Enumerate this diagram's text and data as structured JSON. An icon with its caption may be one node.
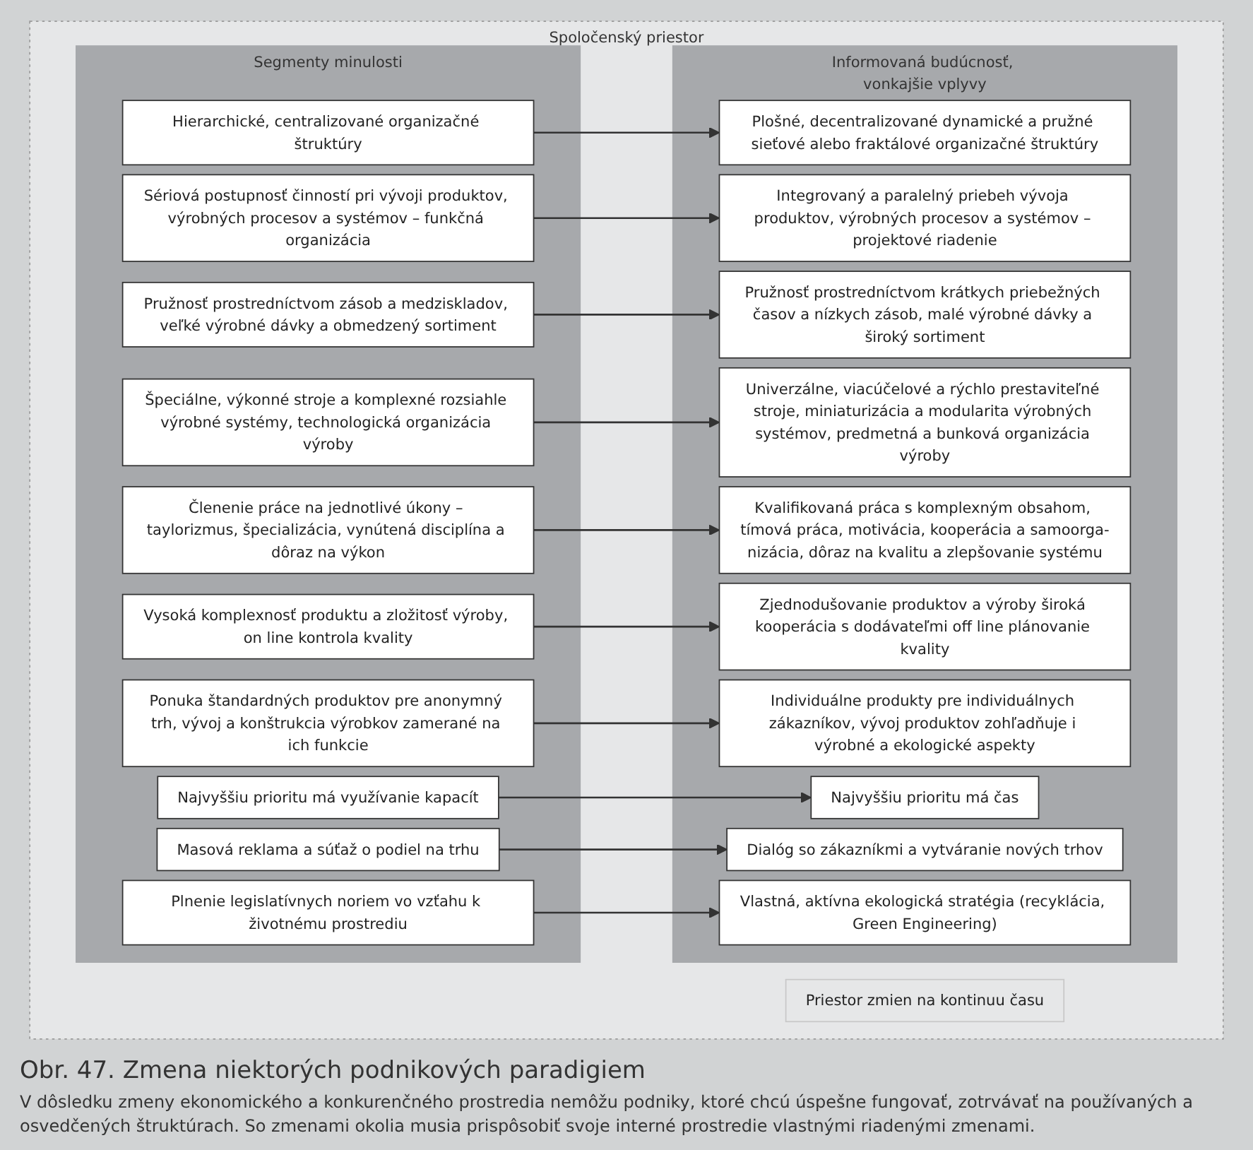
{
  "diagram": {
    "caption": "Obr. 47. Zmena niektorých podnikových paradigiem",
    "nodes": [
      {
        "text": [
          "Spoločenský priestor"
        ]
      },
      {
        "text": [
          "Segmenty minulosti"
        ],
        "in": 0
      },
      {
        "text": [
          "Hierarchické, centralizované organizačné štruktúry"
        ],
        "in": 1
      },
      {
        "text": [
          "Sériová postupnosť činností pri vývoji produktov, výrobných procesov a systémov – funkčná organizácia"
        ],
        "in": 1
      },
      {
        "text": [
          "Pružnosť prostredníctvom zásob a medziskladov, veľké výrobné dávky a obmedzený sortiment"
        ],
        "in": 1
      },
      {
        "text": [
          "Špeciálne, výkonné stroje a komplexné rozsiahle výrobné systémy, technologická organizácia výroby"
        ],
        "in": 1
      },
      {
        "text": [
          "Členenie práce na jednotlivé úkony – taylorizmus, špecializácia, vynútená disciplína a dôraz na výkon"
        ],
        "in": 1
      },
      {
        "text": [
          "Vysoká komplexnosť produktu a zložitosť výroby, on line kontrola kvality"
        ],
        "in": 1
      },
      {
        "text": [
          "Ponuka štandardných produktov pre anonymný trh, vývoj a konštrukcia výrobkov zamerané na ich funkcie"
        ],
        "in": 1
      },
      {
        "text": [
          "Najvyššiu prioritu má využívanie kapacít"
        ],
        "in": 1
      },
      {
        "text": [
          "Masová reklama a súťaž o podiel na trhu"
        ],
        "in": 1
      },
      {
        "text": [
          "Plnenie legislatívnych noriem vo vzťahu k životnému prostrediu"
        ],
        "in": 1
      },
      {
        "text": [
          "Priestor zmien na kontinuu času"
        ],
        "in": 0
      },
      {
        "text": [
          "Informovaná budúcnosť, vonkajšie vplyvy"
        ],
        "in": 0
      },
      {
        "text": [
          "Plošné, decentralizované dynamické a pružné sieťové alebo fraktálové organizačné štruktúry"
        ],
        "in": 13
      },
      {
        "text": [
          "Integrovaný a paralelný priebeh vývoja produktov, výrobných procesov a systémov – projektové riadenie"
        ],
        "in": 13
      },
      {
        "text": [
          "Pružnosť prostredníctvom krátkych priebežných časov a nízkych zásob, malé výrobné dávky a široký sortiment"
        ],
        "in": 13
      },
      {
        "text": [
          "Univerzálne, viacúčelové a rýchlo prestaviteľné stroje, miniaturizácia a modularita výrobných systémov, predmetná a bunková organizácia výroby"
        ],
        "in": 13
      },
      {
        "text": [
          "Kvalifikovaná práca s komplexným obsahom, tímová práca, motivácia, kooperácia a samoorga-nizácia, dôraz na kvalitu a zlepšovanie systému"
        ],
        "in": 13
      },
      {
        "text": [
          "Zjednodušovanie produktov a výroby široká kooperácia s dodávateľmi off line plánovanie kvality"
        ],
        "in": 13
      },
      {
        "text": [
          "Individuálne produkty pre individuálnych zákazníkov, vývoj produktov zohľadňuje i výrobné a ekologické aspekty"
        ],
        "in": 13
      },
      {
        "text": [
          "Najvyššiu prioritu má čas"
        ],
        "in": 13
      },
      {
        "text": [
          "Dialóg so zákazníkmi a vytváranie nových trhov"
        ],
        "in": 13
      },
      {
        "text": [
          "Vlastná, aktívna ekologická stratégia (recyklácia, Green Engineering)"
        ],
        "in": 13
      }
    ],
    "edges": [
      {
        "from": 2,
        "to": 14,
        "arrow": "to"
      },
      {
        "from": 3,
        "to": 15,
        "arrow": "to"
      },
      {
        "from": 4,
        "to": 16,
        "arrow": "to"
      },
      {
        "from": 5,
        "to": 17,
        "arrow": "to"
      },
      {
        "from": 6,
        "to": 18,
        "arrow": "to"
      },
      {
        "from": 7,
        "to": 19,
        "arrow": "to"
      },
      {
        "from": 8,
        "to": 20,
        "arrow": "to"
      },
      {
        "from": 9,
        "to": 21,
        "arrow": "to"
      },
      {
        "from": 10,
        "to": 22,
        "arrow": "to"
      },
      {
        "from": 11,
        "to": 23,
        "arrow": "to"
      }
    ],
    "labels": [
      "V dôsledku zmeny ekonomického a konkurenčného prostredia nemôžu podniky, ktoré chcú úspešne fungovať, zotrvávať na používaných a osvedčených štruktúrach. So zmenami okolia musia prispôsobiť svoje interné prostredie vlastnými riadenými zmenami."
    ]
  }
}
